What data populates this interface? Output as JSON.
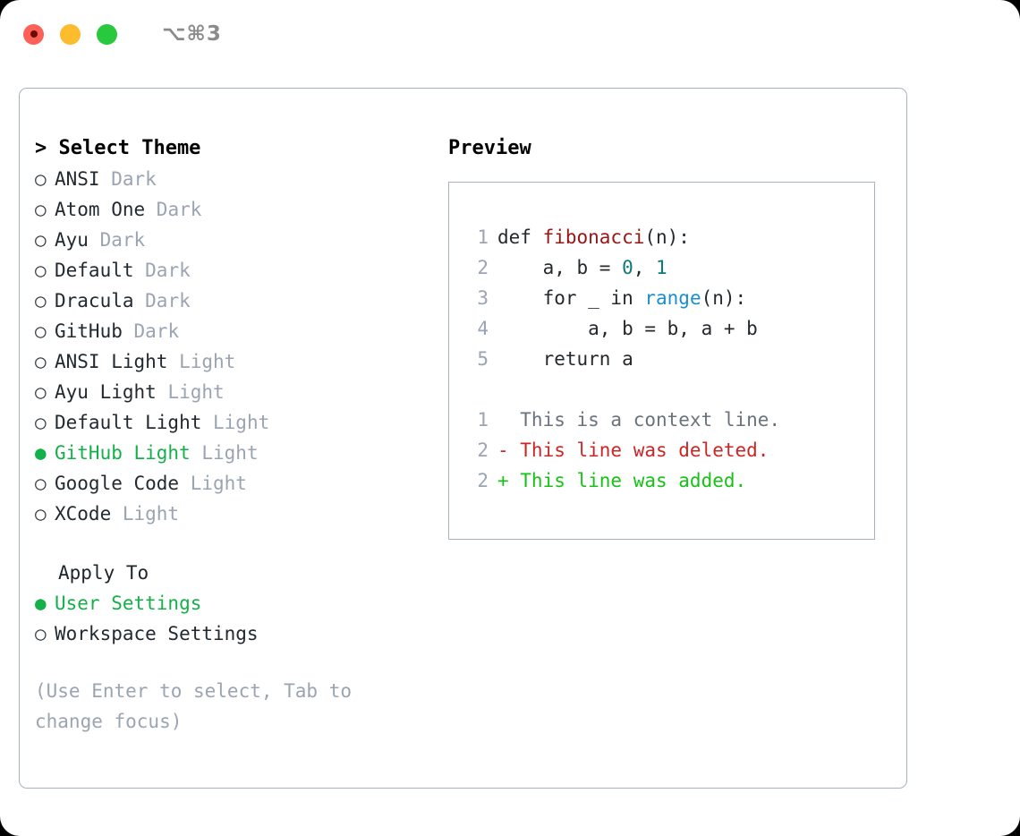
{
  "titlebar": {
    "shortcut_label": "⌥⌘3",
    "lights": [
      {
        "name": "close",
        "color": "#fc6057",
        "recording": true
      },
      {
        "name": "minimize",
        "color": "#fcbc2e",
        "recording": false
      },
      {
        "name": "maximize",
        "color": "#28c83f",
        "recording": false
      }
    ]
  },
  "theme_section": {
    "heading": "> Select Theme",
    "selected_bullet": "●",
    "unselected_bullet": "○",
    "options": [
      {
        "name": "ANSI",
        "kind": "Dark",
        "selected": false
      },
      {
        "name": "Atom One",
        "kind": "Dark",
        "selected": false
      },
      {
        "name": "Ayu",
        "kind": "Dark",
        "selected": false
      },
      {
        "name": "Default",
        "kind": "Dark",
        "selected": false
      },
      {
        "name": "Dracula",
        "kind": "Dark",
        "selected": false
      },
      {
        "name": "GitHub",
        "kind": "Dark",
        "selected": false
      },
      {
        "name": "ANSI Light",
        "kind": "Light",
        "selected": false
      },
      {
        "name": "Ayu Light",
        "kind": "Light",
        "selected": false
      },
      {
        "name": "Default Light",
        "kind": "Light",
        "selected": false
      },
      {
        "name": "GitHub Light",
        "kind": "Light",
        "selected": true
      },
      {
        "name": "Google Code",
        "kind": "Light",
        "selected": false
      },
      {
        "name": "XCode",
        "kind": "Light",
        "selected": false
      }
    ]
  },
  "apply_section": {
    "heading": "Apply To",
    "options": [
      {
        "name": "User Settings",
        "selected": true
      },
      {
        "name": "Workspace Settings",
        "selected": false
      }
    ]
  },
  "hint": "(Use Enter to select, Tab to change focus)",
  "preview": {
    "heading": "Preview",
    "code_lines": [
      {
        "num": "1",
        "tokens": [
          {
            "t": "def ",
            "c": "kw"
          },
          {
            "t": "fibonacci",
            "c": "fn"
          },
          {
            "t": "(n):",
            "c": "ctok"
          }
        ]
      },
      {
        "num": "2",
        "tokens": [
          {
            "t": "    a, b = ",
            "c": "ctok"
          },
          {
            "t": "0",
            "c": "num"
          },
          {
            "t": ", ",
            "c": "ctok"
          },
          {
            "t": "1",
            "c": "num"
          }
        ]
      },
      {
        "num": "3",
        "tokens": [
          {
            "t": "    for _ in ",
            "c": "kw"
          },
          {
            "t": "range",
            "c": "builtin"
          },
          {
            "t": "(n):",
            "c": "ctok"
          }
        ]
      },
      {
        "num": "4",
        "tokens": [
          {
            "t": "        a, b = b, a + b",
            "c": "ctok"
          }
        ]
      },
      {
        "num": "5",
        "tokens": [
          {
            "t": "    return a",
            "c": "kw"
          }
        ]
      }
    ],
    "diff_lines": [
      {
        "num": "1",
        "marker": "  ",
        "text": "This is a context line.",
        "kind": "dctx"
      },
      {
        "num": "2",
        "marker": "- ",
        "text": "This line was deleted.",
        "kind": "ddel"
      },
      {
        "num": "2",
        "marker": "+ ",
        "text": "This line was added.",
        "kind": "dadd"
      }
    ]
  },
  "colors": {
    "accent_green": "#14b04a",
    "muted": "#9aa4b2",
    "border": "#a9b2bf",
    "diff_add": "#16c216",
    "diff_del": "#cb2626"
  }
}
